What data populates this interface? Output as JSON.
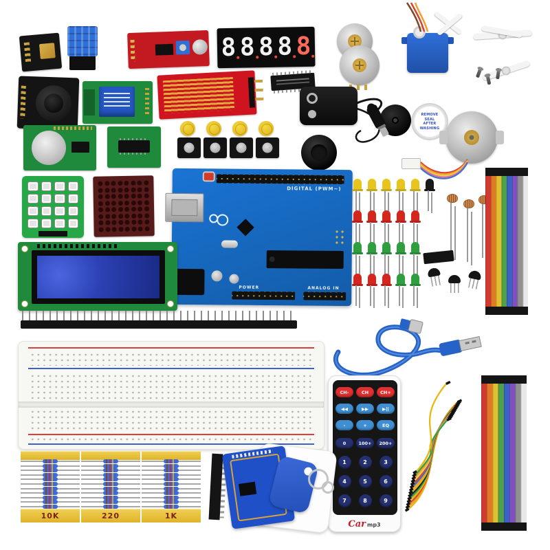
{
  "scene": {
    "background": "#ffffff"
  },
  "seven_segment": {
    "digits": [
      "8",
      "8",
      "8",
      "8",
      "8"
    ],
    "segment_color": "#f2f2f2",
    "last_digit_color": "#ff6a5a"
  },
  "buzzer_sticker": {
    "lines": [
      "REMOVE",
      "SEAL",
      "AFTER",
      "WASHING"
    ]
  },
  "arduino": {
    "board_color": "#1766c2",
    "labels": {
      "digital": "DIGITAL (PWM~)",
      "power": "POWER",
      "analog": "ANALOG IN"
    }
  },
  "lcd": {
    "pcb_color": "#1f8a3c",
    "screen_color": "#2c41b4"
  },
  "breadboard": {
    "rail_red": "#d84040",
    "rail_blue": "#3a62c8"
  },
  "keypad": {
    "rows": 4,
    "cols": 4,
    "pcb_color": "#25a845"
  },
  "led_matrix": {
    "rows": 8,
    "cols": 8,
    "bg": "#571b1b",
    "dot": "#290808"
  },
  "led_rows": [
    [
      "#e8c51e",
      "#e8c51e",
      "#e8c51e",
      "#e8c51e",
      "#e8c51e",
      "#1a1a1a"
    ],
    [
      "#d5261e",
      "#d5261e",
      "#d5261e",
      "#d5261e",
      "#d5261e"
    ],
    [
      "#2f9e3f",
      "#2f9e3f",
      "#2f9e3f",
      "#2f9e3f",
      "#2f9e3f"
    ],
    [
      "#d5261e",
      "#d5261e",
      "#d5261e",
      "#2f9e3f",
      "#2f9e3f"
    ]
  ],
  "ribbon_colors": [
    "#d03a30",
    "#e07a28",
    "#e0c030",
    "#50a048",
    "#3a62c8",
    "#8050c0",
    "#909090",
    "#e8e8e8"
  ],
  "jumper_colors": [
    "#e8b80e",
    "#f0a030",
    "#d84a2a",
    "#e8b80e",
    "#30a04a",
    "#202020",
    "#e8b80e",
    "#f0a030",
    "#3a70d0",
    "#d84a2a",
    "#e8d060",
    "#f0a030",
    "#30a04a",
    "#e8b80e"
  ],
  "stepper_wire_colors": [
    "#d84030",
    "#f0a030",
    "#e8d040",
    "#e070a0",
    "#4070d0"
  ],
  "servo_wire_colors": [
    "#7a4a28",
    "#d84030",
    "#f0a030"
  ],
  "usb_cable": {
    "color": "#2563c9"
  },
  "remote": {
    "rows": [
      {
        "color": "#e03030",
        "buttons": [
          "CH-",
          "CH",
          "CH+"
        ]
      },
      {
        "color": "#3f8fd2",
        "buttons": [
          "◀◀",
          "▶▶",
          "▶||"
        ]
      },
      {
        "color": "#3f8fd2",
        "buttons": [
          "-",
          "+",
          "EQ"
        ]
      },
      {
        "color": "#253070",
        "buttons": [
          "0",
          "100+",
          "200+"
        ]
      },
      {
        "color": "#253070",
        "buttons": [
          "1",
          "2",
          "3"
        ]
      },
      {
        "color": "#253070",
        "buttons": [
          "4",
          "5",
          "6"
        ]
      },
      {
        "color": "#253070",
        "buttons": [
          "7",
          "8",
          "9"
        ]
      }
    ],
    "brand": "Car",
    "brand2": "mp3"
  },
  "resistors": {
    "tape_color": "#e9c832",
    "body_color": "#3b6bd6",
    "groups": [
      {
        "label": "10K",
        "count": 11
      },
      {
        "label": "220",
        "count": 11
      },
      {
        "label": "1K",
        "count": 11
      }
    ]
  }
}
